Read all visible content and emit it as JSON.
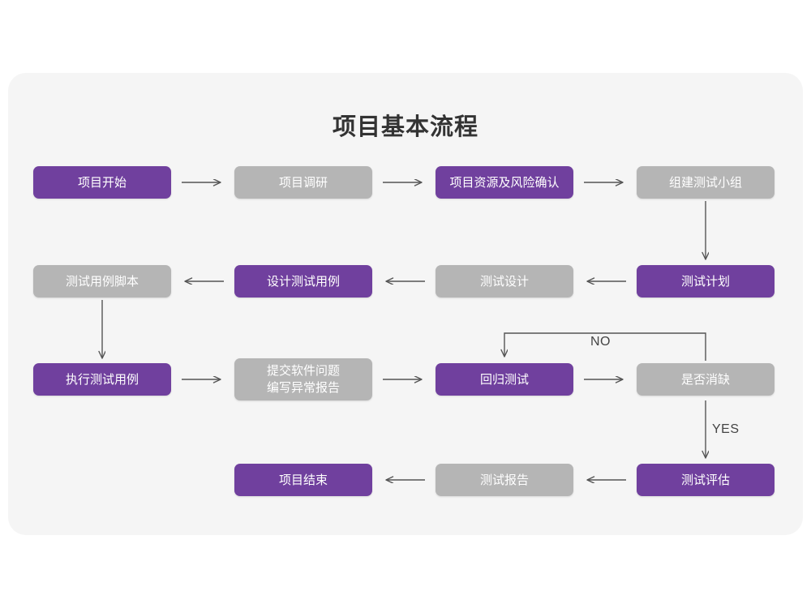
{
  "page": {
    "title": "项目基本流程",
    "background": "#ffffff",
    "card_background": "#f5f5f5",
    "accent_purple": "#70409e",
    "muted_gray": "#b5b5b5",
    "connector_color": "#555555"
  },
  "chart_data": {
    "type": "diagram",
    "title": "项目基本流程",
    "nodes": [
      {
        "id": "n1",
        "label": "项目开始",
        "style": "purple",
        "row": 1,
        "col": 1
      },
      {
        "id": "n2",
        "label": "项目调研",
        "style": "gray",
        "row": 1,
        "col": 2
      },
      {
        "id": "n3",
        "label": "项目资源及风险确认",
        "style": "purple",
        "row": 1,
        "col": 3
      },
      {
        "id": "n4",
        "label": "组建测试小组",
        "style": "gray",
        "row": 1,
        "col": 4
      },
      {
        "id": "n5",
        "label": "测试用例脚本",
        "style": "gray",
        "row": 2,
        "col": 1
      },
      {
        "id": "n6",
        "label": "设计测试用例",
        "style": "purple",
        "row": 2,
        "col": 2
      },
      {
        "id": "n7",
        "label": "测试设计",
        "style": "gray",
        "row": 2,
        "col": 3
      },
      {
        "id": "n8",
        "label": "测试计划",
        "style": "purple",
        "row": 2,
        "col": 4
      },
      {
        "id": "n9",
        "label": "执行测试用例",
        "style": "purple",
        "row": 3,
        "col": 1
      },
      {
        "id": "n10",
        "label": "提交软件问题\n编写异常报告",
        "style": "gray",
        "row": 3,
        "col": 2
      },
      {
        "id": "n11",
        "label": "回归测试",
        "style": "purple",
        "row": 3,
        "col": 3
      },
      {
        "id": "n12",
        "label": "是否消缺",
        "style": "gray",
        "row": 3,
        "col": 4
      },
      {
        "id": "n13",
        "label": "项目结束",
        "style": "purple",
        "row": 4,
        "col": 2
      },
      {
        "id": "n14",
        "label": "测试报告",
        "style": "gray",
        "row": 4,
        "col": 3
      },
      {
        "id": "n15",
        "label": "测试评估",
        "style": "purple",
        "row": 4,
        "col": 4
      }
    ],
    "edges": [
      {
        "from": "n1",
        "to": "n2",
        "dir": "right"
      },
      {
        "from": "n2",
        "to": "n3",
        "dir": "right"
      },
      {
        "from": "n3",
        "to": "n4",
        "dir": "right"
      },
      {
        "from": "n4",
        "to": "n8",
        "dir": "down"
      },
      {
        "from": "n8",
        "to": "n7",
        "dir": "left"
      },
      {
        "from": "n7",
        "to": "n6",
        "dir": "left"
      },
      {
        "from": "n6",
        "to": "n5",
        "dir": "left"
      },
      {
        "from": "n5",
        "to": "n9",
        "dir": "down"
      },
      {
        "from": "n9",
        "to": "n10",
        "dir": "right"
      },
      {
        "from": "n10",
        "to": "n11",
        "dir": "right"
      },
      {
        "from": "n11",
        "to": "n12",
        "dir": "right"
      },
      {
        "from": "n12",
        "to": "n11",
        "dir": "loop-up-left",
        "label": "NO"
      },
      {
        "from": "n12",
        "to": "n15",
        "dir": "down",
        "label": "YES"
      },
      {
        "from": "n15",
        "to": "n14",
        "dir": "left"
      },
      {
        "from": "n14",
        "to": "n13",
        "dir": "left"
      }
    ],
    "edge_labels": {
      "no": "NO",
      "yes": "YES"
    }
  }
}
